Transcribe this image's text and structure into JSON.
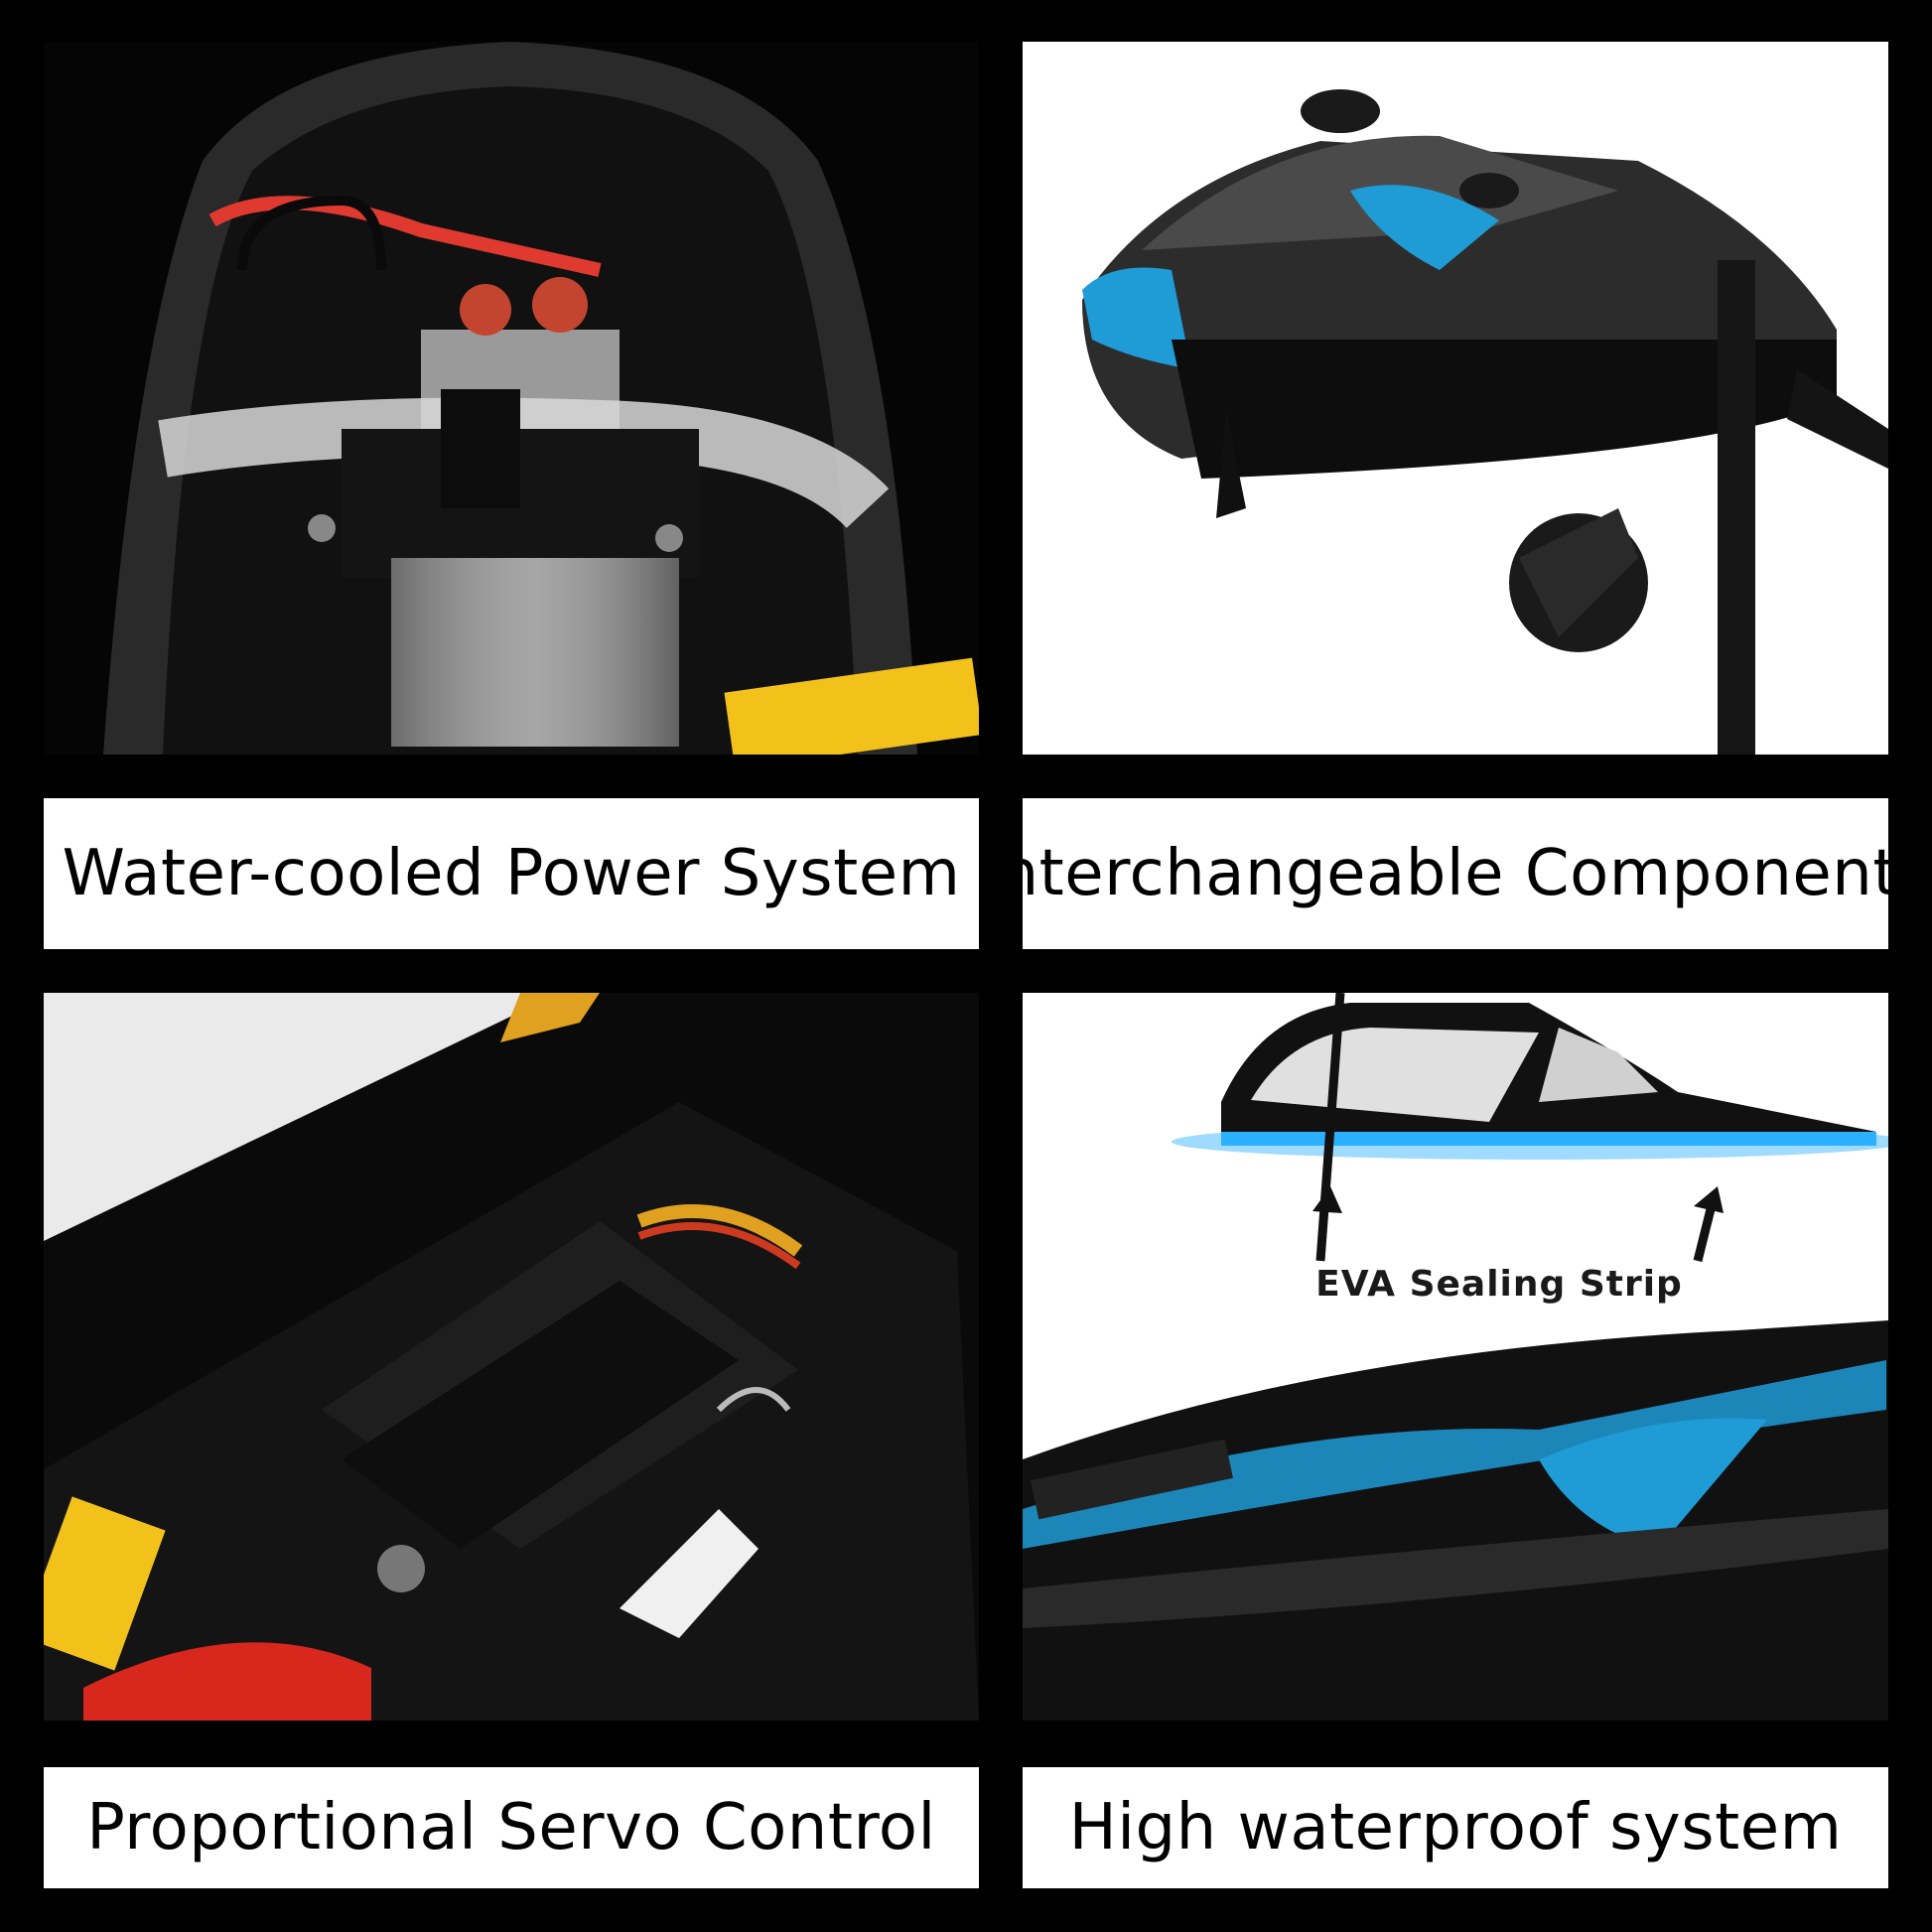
{
  "panels": [
    {
      "caption": "Water-cooled Power System"
    },
    {
      "caption": "Interchangeable Components"
    },
    {
      "caption": "Proportional Servo Control"
    },
    {
      "caption": "High waterproof system",
      "callout": "EVA Sealing Strip"
    }
  ]
}
